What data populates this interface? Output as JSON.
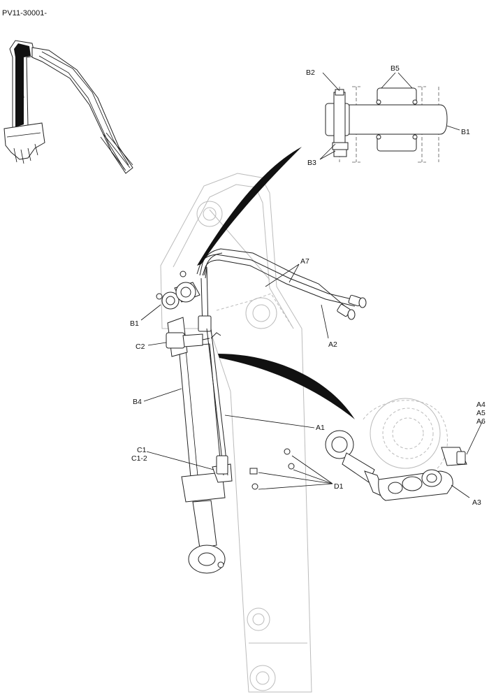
{
  "document": {
    "reference": "PV11-30001-"
  },
  "labels": {
    "b2": "B2",
    "b5": "B5",
    "b1_detail": "B1",
    "b3": "B3",
    "a7": "A7",
    "b1": "B1",
    "a2": "A2",
    "c2": "C2",
    "b4": "B4",
    "a1": "A1",
    "c1": "C1",
    "c1_2": "C1-2",
    "d1": "D1",
    "a4": "A4",
    "a5": "A5",
    "a6": "A6",
    "a3": "A3"
  }
}
